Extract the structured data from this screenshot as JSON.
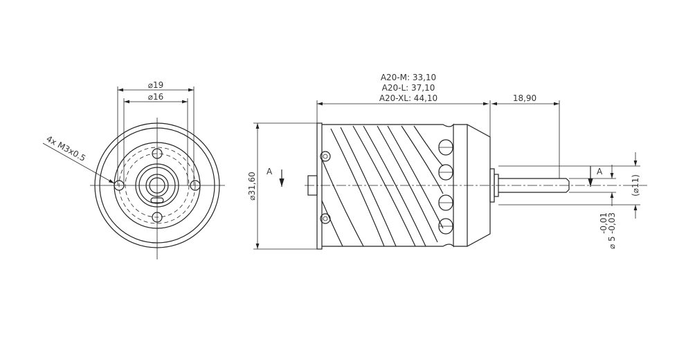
{
  "front_view": {
    "dia_outer_bolt": "⌀19",
    "dia_inner_bolt": "⌀16",
    "thread_note": "4x M3x0.5"
  },
  "side_view": {
    "length_m": "A20-M: 33,10",
    "length_l": "A20-L: 37,10",
    "length_xl": "A20-XL: 44,10",
    "shaft_length": "18,90",
    "body_diameter": "⌀31,60",
    "section_left": "A",
    "section_right": "A",
    "collar_diameter": "(⌀11)",
    "shaft_diameter": "⌀ 5",
    "shaft_tol_upper": "-0,01",
    "shaft_tol_lower": "-0,03"
  }
}
